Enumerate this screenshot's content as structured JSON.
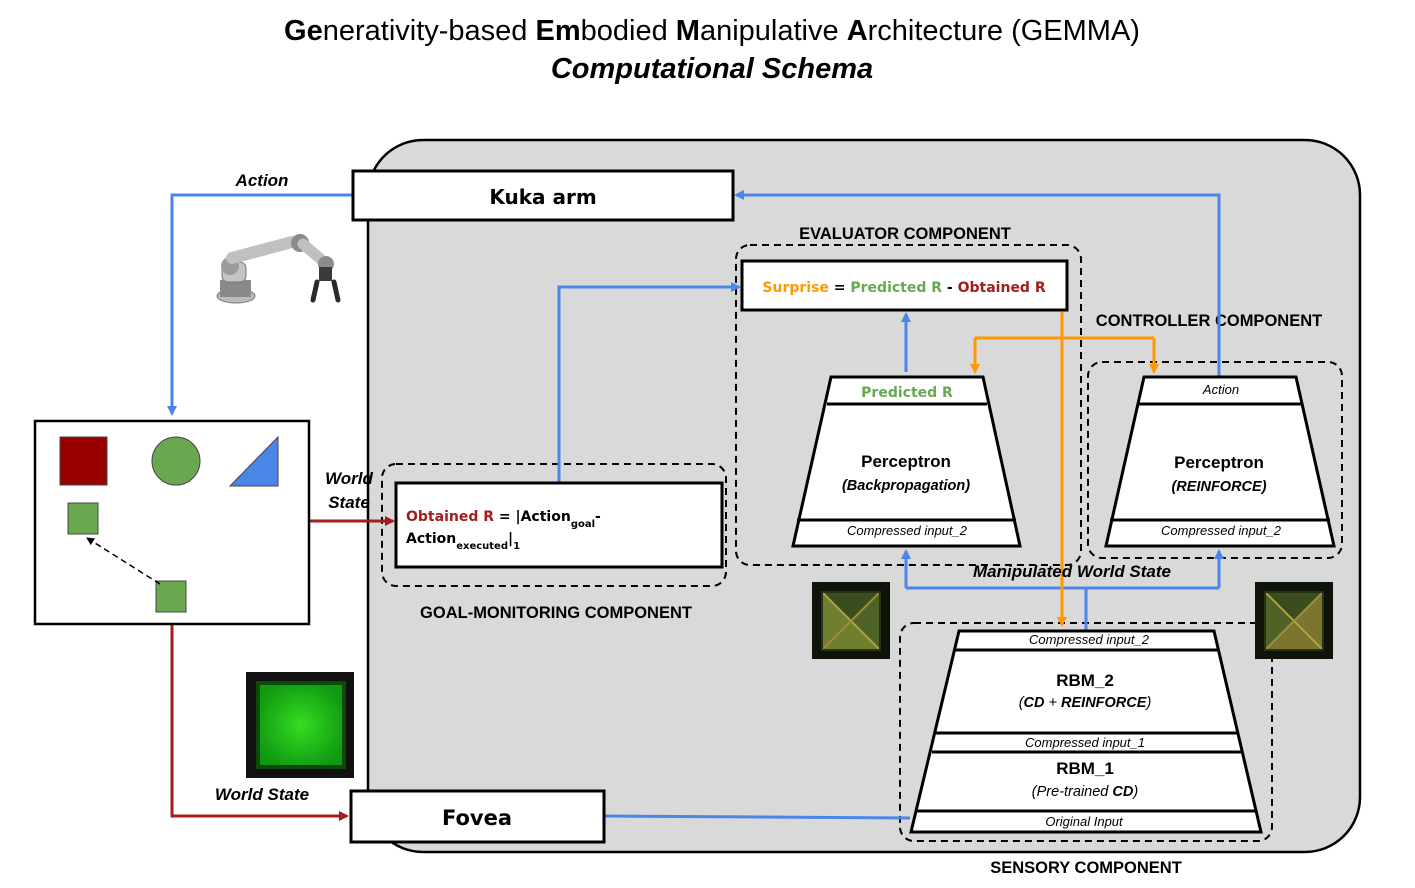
{
  "title": {
    "line1": [
      {
        "text": "Ge",
        "bold": true
      },
      {
        "text": "nerativity-based ",
        "bold": false
      },
      {
        "text": "Em",
        "bold": true
      },
      {
        "text": "bodied ",
        "bold": false
      },
      {
        "text": "M",
        "bold": true
      },
      {
        "text": "anipulative ",
        "bold": false
      },
      {
        "text": "A",
        "bold": true
      },
      {
        "text": "rchitecture (GEMMA)",
        "bold": false
      }
    ],
    "line2": "Computational Schema"
  },
  "labels": {
    "action_top": "Action",
    "world_state_1": "World",
    "world_state_2": "State",
    "world_state_bottom": "World State",
    "manipulated": "Manipulated World State"
  },
  "boxes": {
    "kuka": "Kuka arm",
    "fovea": "Fovea",
    "obtained": {
      "name": "Obtained R",
      "eq": " = |Action",
      "goal_sub": "goal",
      "dash": "-",
      "line2": "Action",
      "exec_sub": "executed",
      "bar": "|",
      "norm_sub": "1"
    },
    "surprise": {
      "s": "Surprise",
      "eq": " = ",
      "p": "Predicted R",
      "minus": " - ",
      "o": "Obtained R"
    }
  },
  "components": {
    "evaluator": "EVALUATOR COMPONENT",
    "controller": "CONTROLLER COMPONENT",
    "goal": "GOAL-MONITORING COMPONENT",
    "sensory": "SENSORY COMPONENT"
  },
  "networks": {
    "eval": {
      "top": "Predicted R",
      "name": "Perceptron",
      "method": "(Backpropagation)",
      "bottom": "Compressed input_2"
    },
    "ctrl": {
      "top": "Action",
      "name": "Perceptron",
      "method": "(REINFORCE)",
      "bottom": "Compressed input_2"
    },
    "rbm": {
      "top": "Compressed input_2",
      "rbm2_name": "RBM_2",
      "rbm2_open": "(",
      "rbm2_cd": "CD",
      "rbm2_plus": " + ",
      "rbm2_rf": "REINFORCE",
      "rbm2_close": ")",
      "middle": "Compressed input_1",
      "rbm1_name": "RBM_1",
      "rbm1_pre": "(Pre-trained ",
      "rbm1_cd": "CD",
      "rbm1_close": ")",
      "bottom": "Original Input"
    }
  },
  "colors": {
    "blue": "#4a86e8",
    "dark_red": "#a61c1c",
    "orange": "#ff9900",
    "green_text": "#6aa84f",
    "panel_bg": "#d9d9d9",
    "shape_red": "#990000",
    "shape_green": "#6aa84f",
    "shape_blue": "#4a86e8"
  },
  "icons": [
    "robot-arm-icon",
    "fovea-green-square-icon",
    "rbm-receptive-field-icon"
  ]
}
